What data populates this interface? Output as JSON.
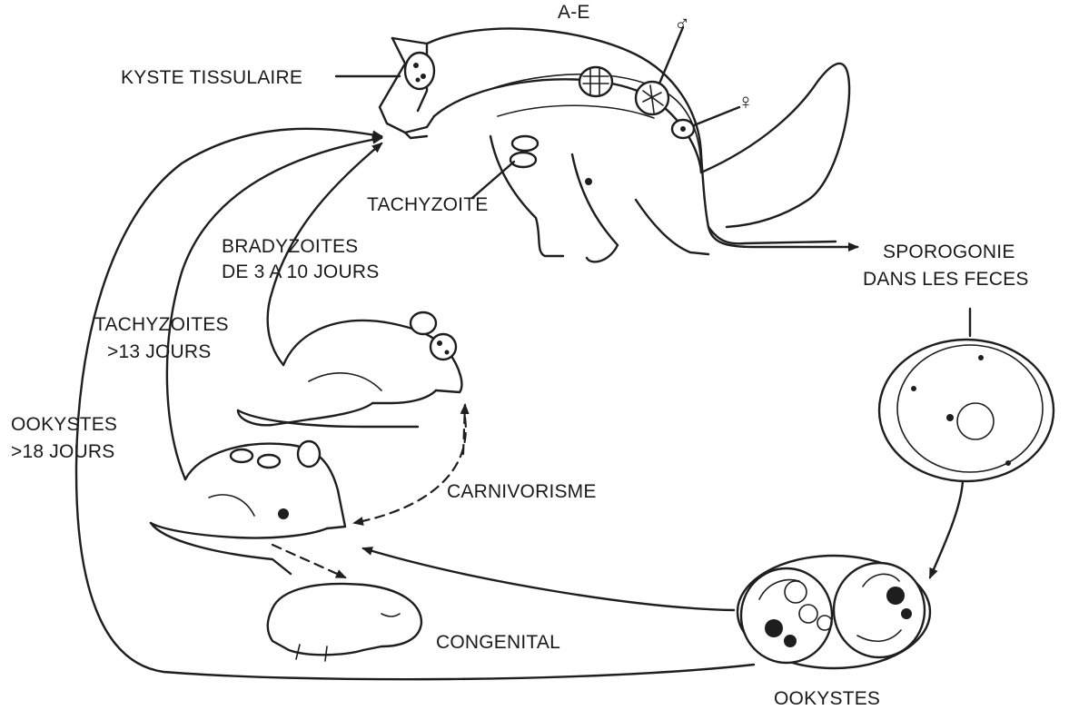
{
  "labels": {
    "kyste_tissulaire": "KYSTE TISSULAIRE",
    "a_e": "A-E",
    "male_symbol": "♂",
    "female_symbol": "♀",
    "tachyzoite": "TACHYZOITE",
    "bradyzoites_line1": "BRADYZOITES",
    "bradyzoites_line2": "DE 3 A 10 JOURS",
    "tachyzoites_line1": "TACHYZOITES",
    "tachyzoites_line2": ">13 JOURS",
    "ookystes_time_line1": "OOKYSTES",
    "ookystes_time_line2": ">18 JOURS",
    "sporogonie_line1": "SPOROGONIE",
    "sporogonie_line2": "DANS LES FECES",
    "carnivorisme": "CARNIVORISME",
    "congenital": "CONGENITAL",
    "ookystes": "OOKYSTES"
  }
}
